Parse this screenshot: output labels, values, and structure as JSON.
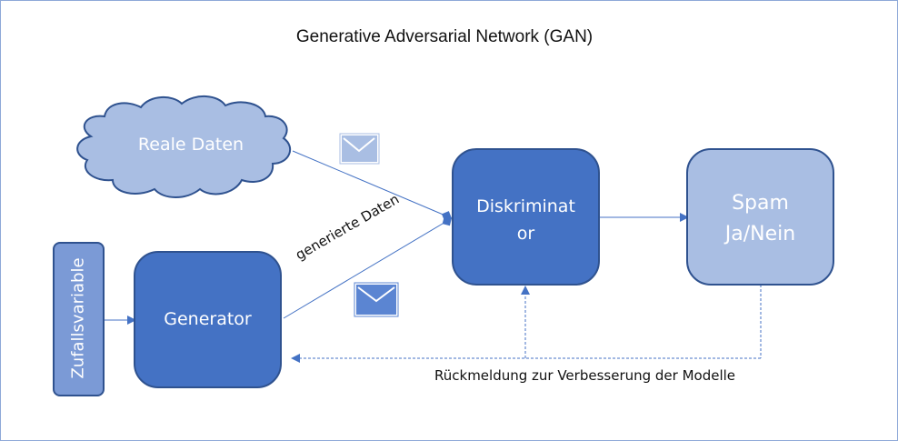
{
  "title": "Generative Adversarial Network (GAN)",
  "nodes": {
    "real_data": "Reale Daten",
    "random_variable": "Zufallsvariable",
    "generator": "Generator",
    "discriminator_line1": "Diskriminat",
    "discriminator_line2": "or",
    "output_line1": "Spam",
    "output_line2": "Ja/Nein"
  },
  "edges": {
    "generated_data": "generierte Daten",
    "feedback": "Rückmeldung zur Verbesserung der Modelle"
  },
  "icons": {
    "real_mail": "envelope-icon",
    "generated_mail": "envelope-icon"
  },
  "colors": {
    "dark_blue": "#4472c4",
    "light_blue": "#a9bee3",
    "medium_blue": "#7b9ad6",
    "border": "#2f528f",
    "frame": "#8ea9d8"
  }
}
